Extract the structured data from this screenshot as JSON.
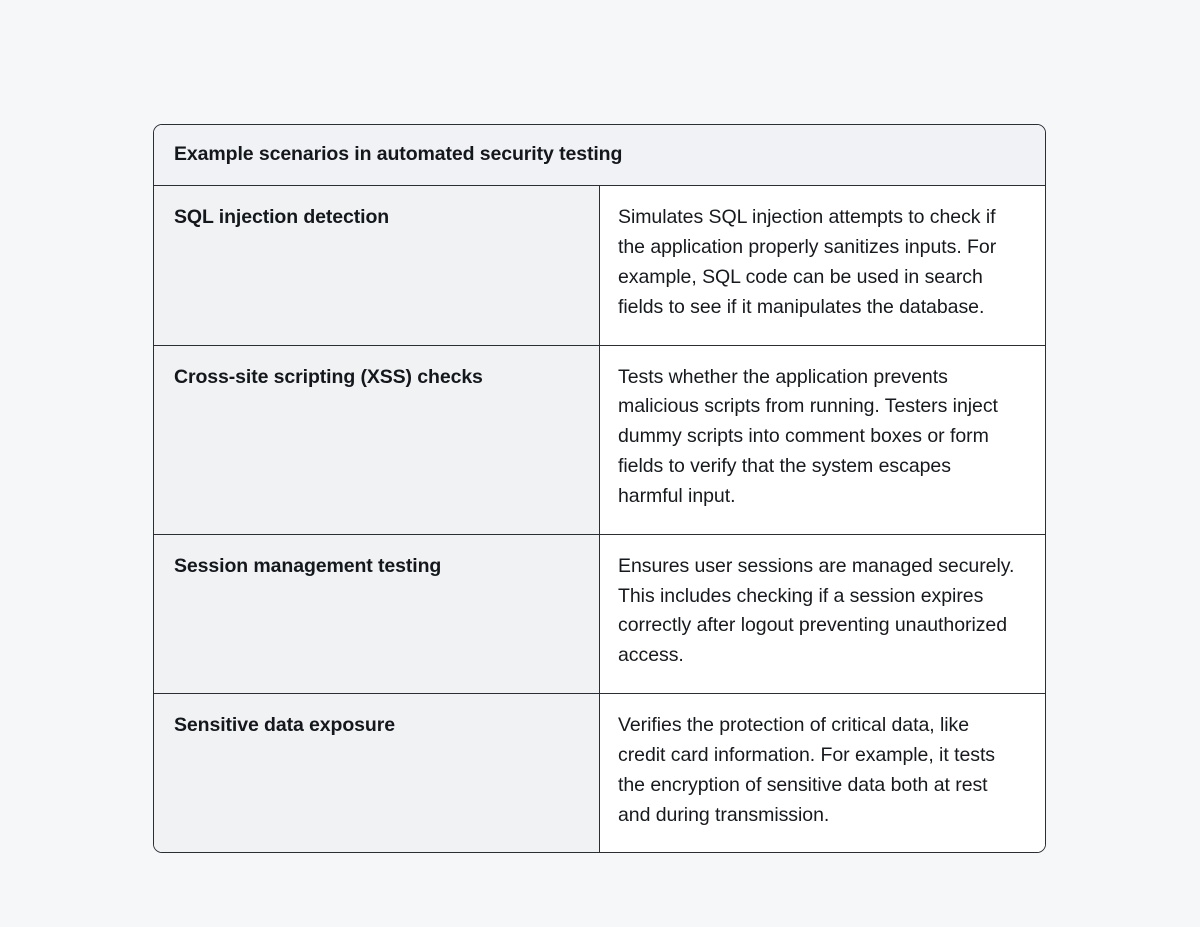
{
  "colors": {
    "page_background": "#f6f7f9",
    "table_border": "#2b2f33",
    "header_background": "#f1f2f5",
    "term_cell_background": "#f1f2f4",
    "description_cell_background": "#ffffff",
    "heading_text": "#14181c",
    "body_text": "#16191d"
  },
  "table": {
    "caption": "Example scenarios in automated security testing",
    "rows": [
      {
        "term": "SQL injection detection",
        "description": "Simulates SQL injection attempts to check if the application properly sanitizes inputs. For example, SQL code can be used in search fields to see if it manipulates the database."
      },
      {
        "term": "Cross-site scripting (XSS) checks",
        "description": "Tests whether the application prevents malicious scripts from running. Testers inject dummy scripts into comment boxes or form fields to verify that the system escapes harmful input."
      },
      {
        "term": "Session management testing",
        "description": "Ensures user sessions are managed securely. This includes checking if a session expires correctly after logout preventing unauthorized access."
      },
      {
        "term": "Sensitive data exposure",
        "description": "Verifies the protection of critical data, like credit card information. For example, it tests the encryption of sensitive data both at rest and during transmission."
      }
    ]
  }
}
